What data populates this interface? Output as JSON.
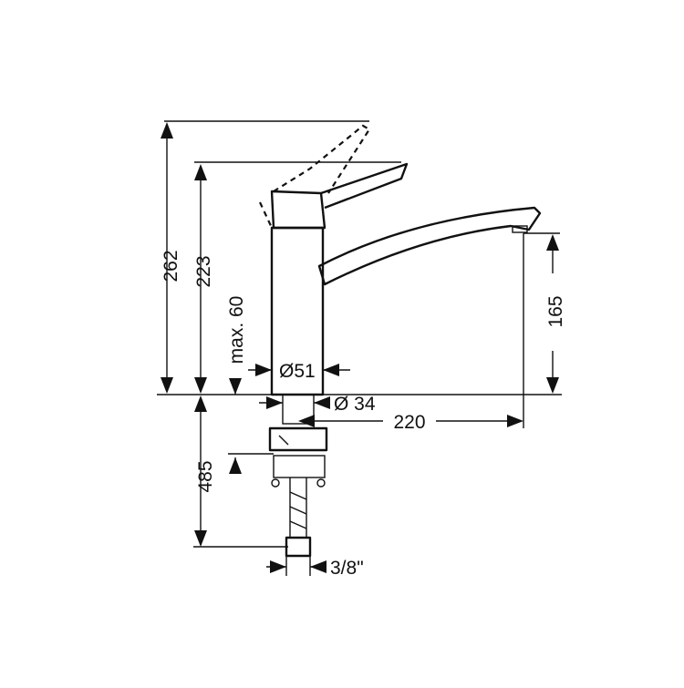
{
  "dimensions": {
    "total_height": "262",
    "lever_height": "223",
    "deck_thickness": "max. 60",
    "spout_height": "165",
    "body_diameter": "Ø51",
    "shank_diameter": "Ø 34",
    "spout_reach": "220",
    "below_deck": "485",
    "connection": "3/8\""
  }
}
